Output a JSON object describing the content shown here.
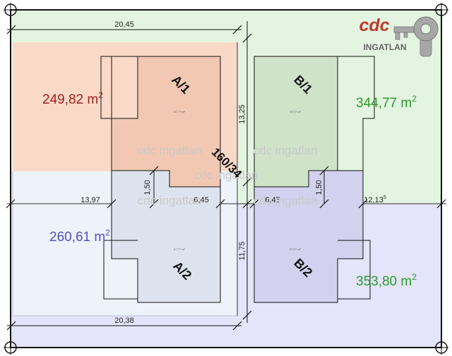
{
  "logo": {
    "brand": "cdc",
    "tagline": "INGATLAN"
  },
  "parcel_number": "160/34",
  "watermark": "cdc ingatlan",
  "dimensions": {
    "top_width": "20,45",
    "bottom_width": "20,38",
    "right_height_top": "13,25",
    "right_height_bottom": "11,75",
    "left_mid": "13,97",
    "a_step_height": "1,50",
    "a_mid": "6,45",
    "b_mid": "6,45",
    "b_step_height": "1,50",
    "right_mid": "12,13",
    "right_mid_sup": "5"
  },
  "plots": {
    "a1": {
      "label": "A/1",
      "area_value": "249,82 m",
      "area_sup": "2",
      "area_color": "#a02020",
      "fill": "#fbd9c8",
      "house_area": "97,77 m²"
    },
    "a2": {
      "label": "A/2",
      "area_value": "260,61 m",
      "area_sup": "2",
      "area_color": "#5050c0",
      "fill": "#eef3fb",
      "house_area": "97,77 m²"
    },
    "b1": {
      "label": "B/1",
      "area_value": "344,77 m",
      "area_sup": "2",
      "area_color": "#2a9a2a",
      "fill": "#e3f4e0",
      "house_area": "97,77 m²"
    },
    "b2": {
      "label": "B/2",
      "area_value": "353,80 m",
      "area_sup": "2",
      "area_color": "#2a9a2a",
      "fill": "#e4e4fb",
      "house_area": "97,77 m²"
    }
  },
  "colors": {
    "logo_red": "#c0392b",
    "key_gray": "#a7a7a7",
    "line": "#111111"
  }
}
